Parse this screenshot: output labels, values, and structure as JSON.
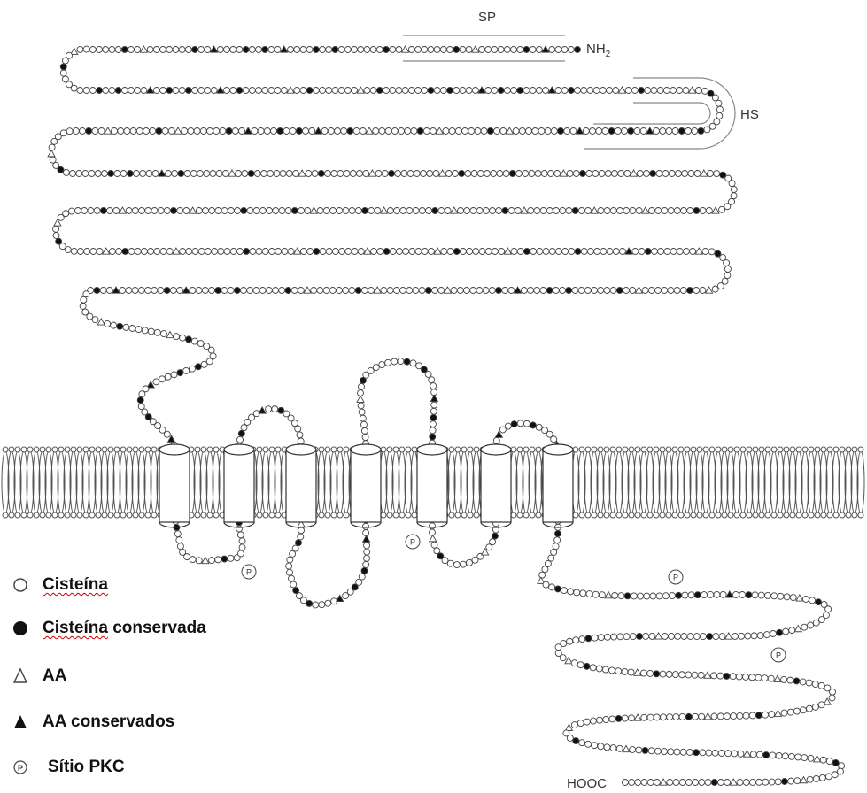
{
  "labels": {
    "sp": "SP",
    "nh2": "NH",
    "nh2_sub": "2",
    "hs": "HS",
    "hooc": "HOOC",
    "pkc_site_symbol": "P"
  },
  "legend": [
    {
      "symbol": "open-circle-icon",
      "text_underlined": "Cisteína",
      "text_rest": ""
    },
    {
      "symbol": "filled-circle-icon",
      "text_underlined": "Cisteína",
      "text_rest": " conservada"
    },
    {
      "symbol": "open-triangle-icon",
      "text_underlined": "",
      "text_rest": "AA"
    },
    {
      "symbol": "filled-triangle-icon",
      "text_underlined": "",
      "text_rest": "AA conservados"
    },
    {
      "symbol": "phospho-site-icon",
      "text_underlined": "",
      "text_rest": "Sítio PKC"
    }
  ],
  "colors": {
    "residue_stroke": "#444444",
    "residue_fill": "#ffffff",
    "conserved_fill": "#111111",
    "membrane": "#555555",
    "spelling_underline": "#cc0000"
  },
  "transmembrane_helix_count": 7
}
